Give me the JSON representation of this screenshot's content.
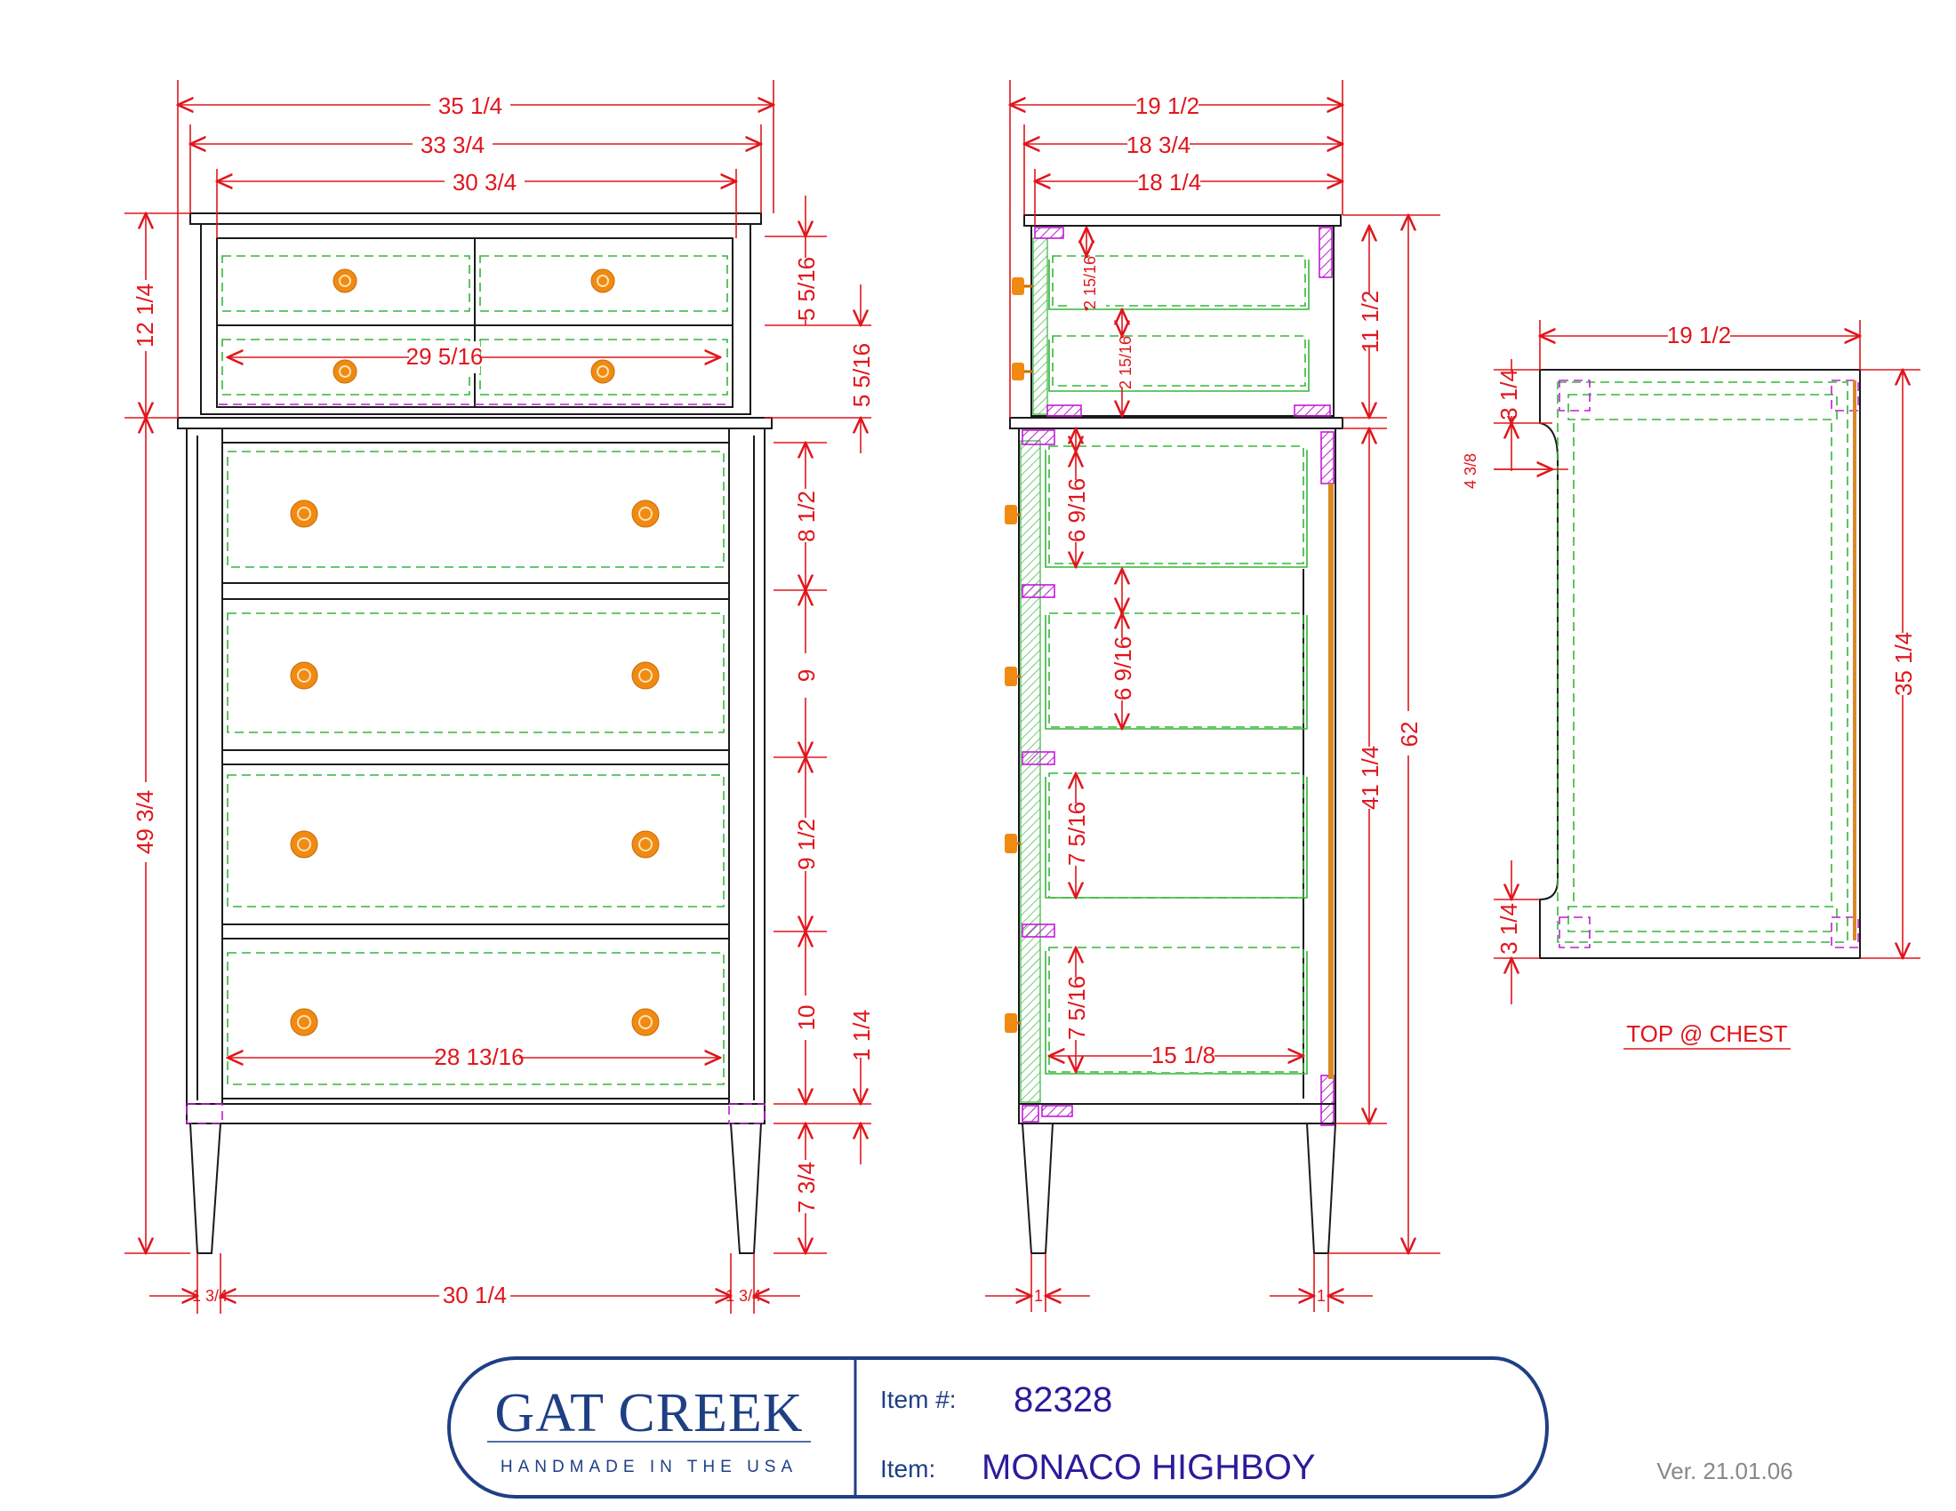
{
  "front_view": {
    "overall_width_top": "35 1/4",
    "crown_width": "33 3/4",
    "upper_case_width": "30 3/4",
    "upper_height": "12 1/4",
    "lower_height": "49 3/4",
    "small_drawer_height_1": "5 5/16",
    "small_drawer_height_2": "5 5/16",
    "small_drawer_width": "29 5/16",
    "drawer_height_1": "8 1/2",
    "drawer_height_2": "9",
    "drawer_height_3": "9 1/2",
    "drawer_height_4": "10",
    "bottom_rail": "1 1/4",
    "leg_height": "7 3/4",
    "drawer_interior_width": "28 13/16",
    "leg_width_left": "1 3/4",
    "between_legs": "30 1/4",
    "leg_width_right": "1 3/4"
  },
  "side_view": {
    "overall_depth": "19 1/2",
    "crown_depth": "18 3/4",
    "case_depth": "18 1/4",
    "small_drawer_depth_1": "2 15/16",
    "small_drawer_depth_2": "2 15/16",
    "upper_height": "11 1/2",
    "drawer_depth_1": "6 9/16",
    "drawer_depth_2": "6 9/16",
    "drawer_depth_3": "7 5/16",
    "drawer_depth_4": "7 5/16",
    "case_height": "41 1/4",
    "overall_height": "62",
    "drawer_length": "15 1/8",
    "leg_front": "1",
    "leg_back": "1"
  },
  "top_view": {
    "depth": "19 1/2",
    "width": "35 1/4",
    "notch_top": "3 1/4",
    "notch_depth": "4 3/8",
    "notch_bottom": "3 1/4",
    "caption": "TOP @ CHEST"
  },
  "title_block": {
    "brand": "GAT CREEK",
    "tagline": "HANDMADE IN THE USA",
    "item_number_label": "Item #:",
    "item_number": "82328",
    "item_label": "Item:",
    "item_name": "MONACO HIGHBOY",
    "version": "Ver. 21.01.06"
  },
  "colors": {
    "dimension": "#e0161c",
    "hidden_lines": "#35b53a",
    "hardware": "#f08a13",
    "blocking": "#c21bd8",
    "brand": "#1f3f85"
  }
}
